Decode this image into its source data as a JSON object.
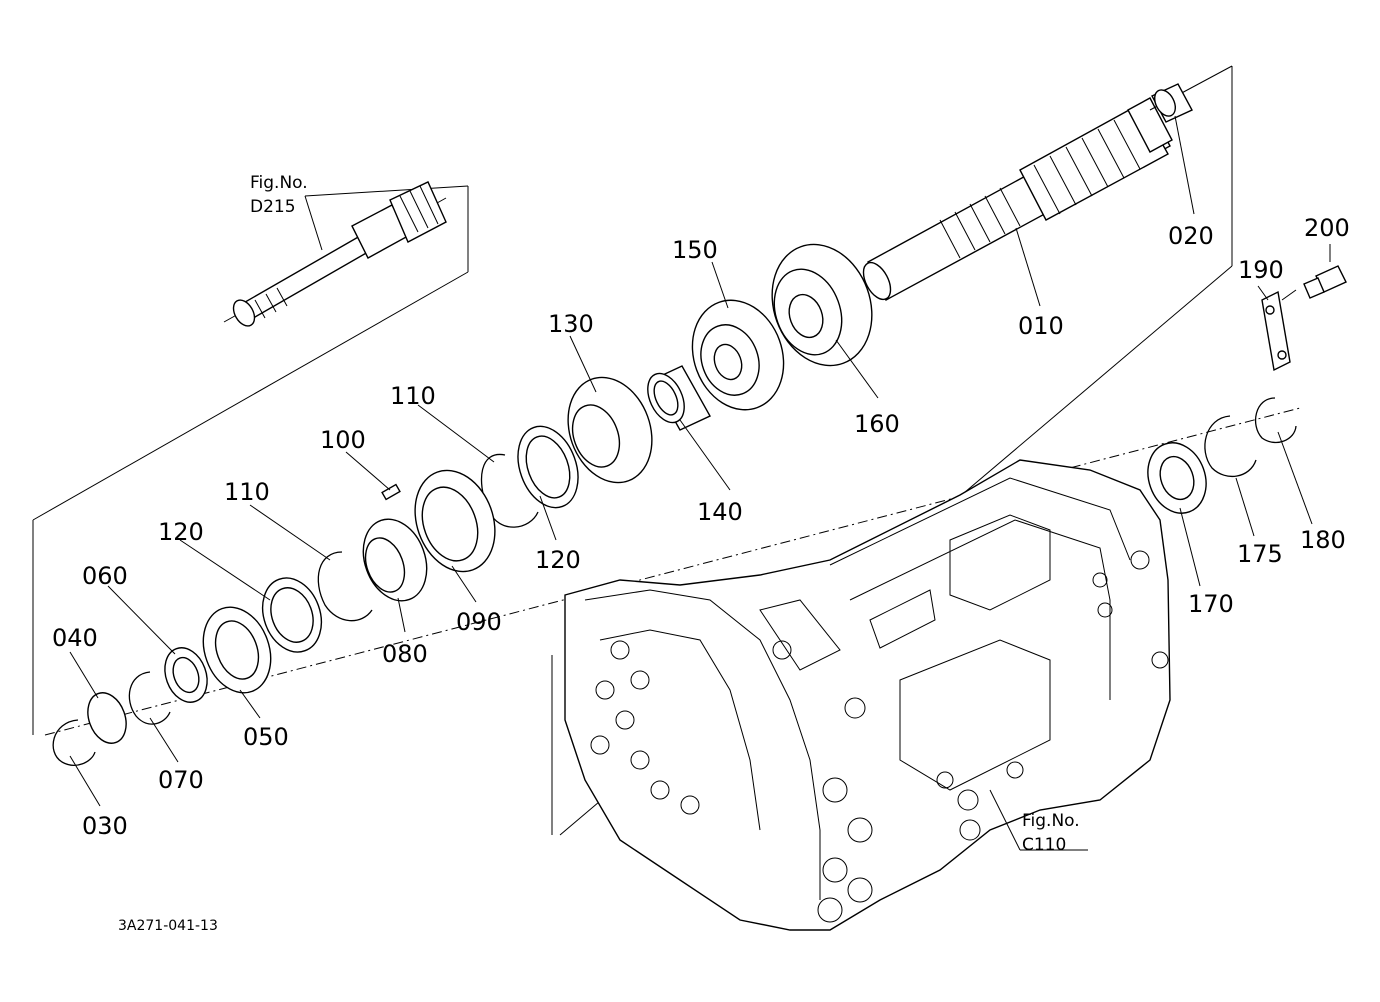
{
  "drawing_code": "3A271-041-13",
  "references": {
    "ref_top_label": "Fig.No.",
    "ref_top_code": "D215",
    "ref_bottom_label": "Fig.No.",
    "ref_bottom_code": "C110"
  },
  "part_labels": {
    "p010": "010",
    "p020": "020",
    "p030": "030",
    "p040": "040",
    "p050": "050",
    "p060": "060",
    "p070": "070",
    "p080": "080",
    "p090": "090",
    "p100": "100",
    "p110a": "110",
    "p110b": "110",
    "p120a": "120",
    "p120b": "120",
    "p130": "130",
    "p140": "140",
    "p150": "150",
    "p160": "160",
    "p170": "170",
    "p175": "175",
    "p180": "180",
    "p190": "190",
    "p200": "200"
  }
}
